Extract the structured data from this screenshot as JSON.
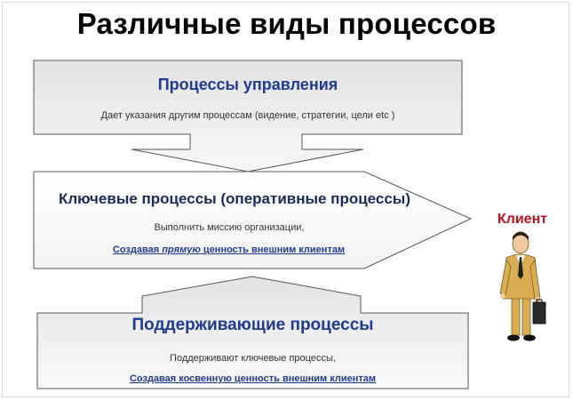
{
  "title": "Различные виды процессов",
  "management": {
    "heading": "Процессы управления",
    "description": "Дает указания другим процессам (видение, стратегии, цели etc )"
  },
  "core": {
    "heading": "Ключевые процессы (оперативные процессы)",
    "description": "Выполнить миссию организации,",
    "value_prefix": "Создавая ",
    "value_emphasis": "прямую",
    "value_suffix": " ценность внешним клиентам"
  },
  "support": {
    "heading": "Поддерживающие процессы",
    "description": "Поддерживают ключевые процессы,",
    "value_text": "Создавая косвенную ценность внешним клиентам"
  },
  "client": {
    "label": "Клиент",
    "icon": "businessman-with-briefcase-icon"
  },
  "colors": {
    "heading_blue": "#1f3a93",
    "client_red": "#c0121b",
    "box_gradient_top": "#e6e6e6",
    "box_gradient_bottom": "#ffffff",
    "suit": "#d9ad52"
  }
}
